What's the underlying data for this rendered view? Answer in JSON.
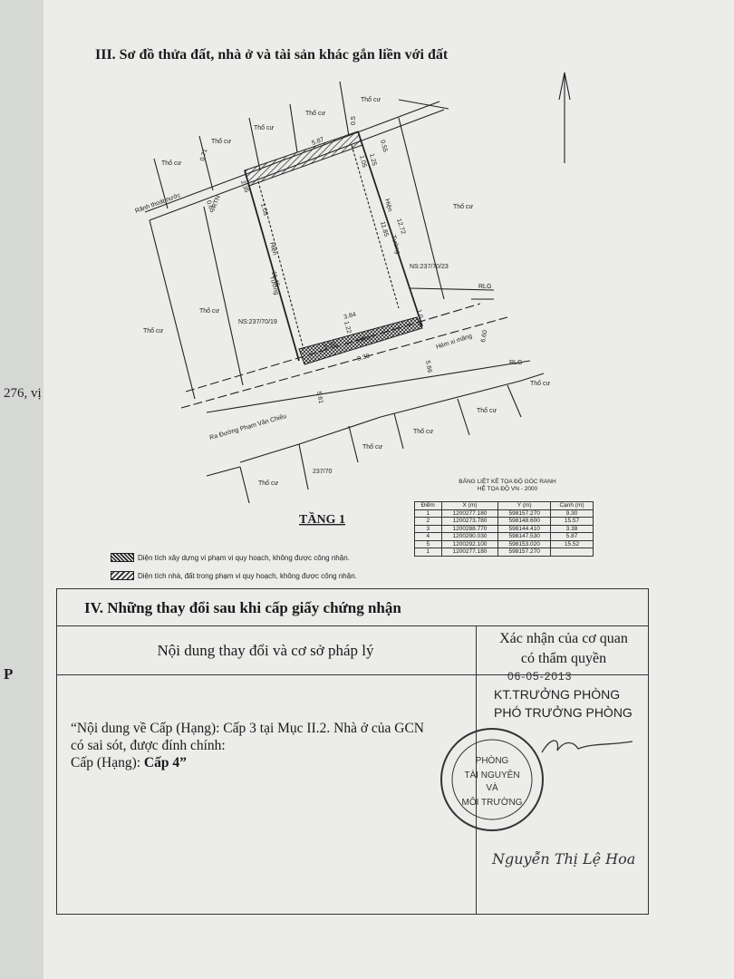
{
  "left_fragments": {
    "line1": "276, vị",
    "line2": "P"
  },
  "section3_title": "III. Sơ đồ thửa đất, nhà ở và tài sản khác gắn liền với đất",
  "plan": {
    "neighbor_label": "Thổ cư",
    "drain_label": "Rãnh thoát nước",
    "rtn_label": "RTN",
    "rlg_label": "RLG",
    "house_left_code": "NS:237/70/19",
    "house_right_code": "NS:237/70/23",
    "wall_label_1": "Hiện",
    "wall_label_2": "Tường",
    "alley_label": "Hẻm xi măng",
    "road_label": "Ra Đường Phạm Văn Chiêu",
    "floor_label": "TẦNG 1",
    "dims": {
      "d_0_5": "0.5",
      "d_0_55": "0.55",
      "d_5_87": "5.87",
      "d_0_71": "0.71",
      "d_0_65": "0.65",
      "d_2_35": "2.35",
      "d_1_05a": "1.05",
      "d_1_05b": "1.05",
      "d_1_25": "1.25",
      "d_12_72": "12.72",
      "d_11_85": "11.85",
      "d_11_46": "11.46",
      "d_3_84": "3.84",
      "d_1_0": "1.0",
      "d_1_22": "1.22",
      "d_5_30": "5.30",
      "d_9_30": "9.30",
      "d_6_60": "6.60",
      "d_5_66": "5.66",
      "d_5_61": "5.61",
      "d_small": "237/70"
    }
  },
  "coord_table": {
    "caption_line1": "BẢNG LIỆT KÊ TỌA ĐỘ GÓC RANH",
    "caption_line2": "HỆ TỌA ĐỘ VN - 2000",
    "headers": [
      "Điểm",
      "X (m)",
      "Y (m)",
      "Cạnh (m)"
    ],
    "rows": [
      [
        "1",
        "1200277.180",
        "598157.270",
        "9.30"
      ],
      [
        "2",
        "1200273.780",
        "598148.600",
        "15.57"
      ],
      [
        "3",
        "1200288.770",
        "598144.410",
        "3.38"
      ],
      [
        "4",
        "1200290.030",
        "598147.530",
        "5.87"
      ],
      [
        "5",
        "1200292.100",
        "598153.020",
        "15.52"
      ],
      [
        "1",
        "1200277.180",
        "598157.270",
        ""
      ]
    ]
  },
  "legend": {
    "item1": "Diện tích xây dựng vi phạm vi quy hoạch, không được công nhận.",
    "item2": "Diện tích nhà, đất trong phạm vi quy hoạch, không được công nhận."
  },
  "section4": {
    "title": "IV. Những thay đổi sau khi cấp giấy chứng nhận",
    "col_content": "Nội dung thay đổi và cơ sở pháp lý",
    "col_confirm_line1": "Xác nhận của cơ quan",
    "col_confirm_line2": "có thẩm quyền",
    "content_line1": "“Nội dung về Cấp (Hạng): Cấp 3 tại Mục II.2. Nhà ở của GCN",
    "content_line2": "có sai sót, được đính chính:",
    "content_line3_prefix": "Cấp (Hạng): ",
    "content_line3_bold": "Cấp 4”",
    "date": "06-05-2013",
    "signer_title1": "KT.TRƯỞNG PHÒNG",
    "signer_title2": "PHÓ TRƯỞNG PHÒNG",
    "seal_line1": "PHÒNG",
    "seal_line2": "TÀI NGUYÊN",
    "seal_line3": "VÀ",
    "seal_line4": "MÔI TRƯỜNG",
    "signer_name": "Nguyễn Thị Lệ Hoa"
  }
}
